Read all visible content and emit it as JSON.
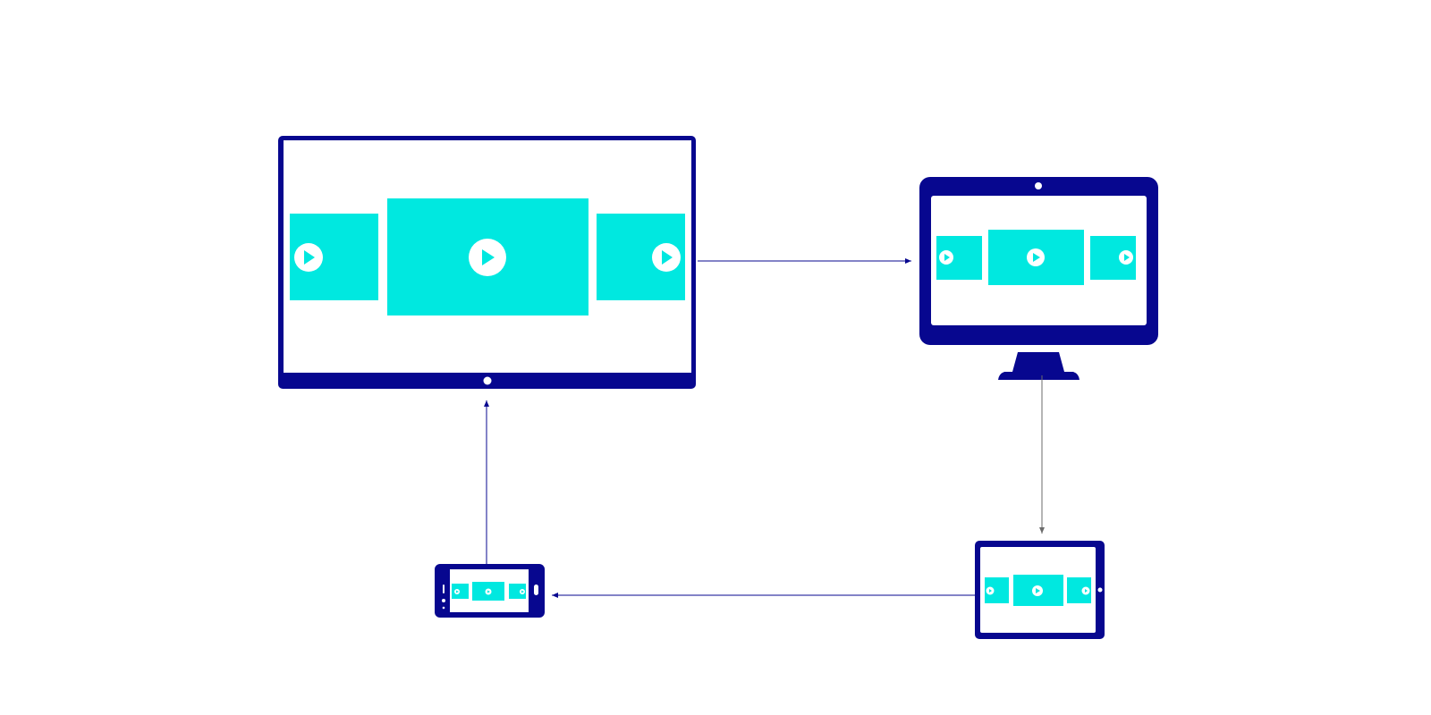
{
  "colors": {
    "frame": "#07078f",
    "tile": "#00e8e0",
    "screen": "#ffffff",
    "arrow_dark": "#07078f",
    "arrow_gray": "#6b6b6b",
    "background": "#ffffff"
  },
  "icons": {
    "play": "play-icon",
    "camera": "camera-dot-icon",
    "home_button": "home-button-icon"
  },
  "devices": [
    {
      "id": "tv",
      "kind": "tv",
      "tiles": 3
    },
    {
      "id": "monitor",
      "kind": "desktop-monitor",
      "tiles": 3
    },
    {
      "id": "tablet",
      "kind": "tablet",
      "tiles": 3
    },
    {
      "id": "phone",
      "kind": "phone",
      "tiles": 3
    }
  ],
  "flow": [
    {
      "from": "tv",
      "to": "monitor"
    },
    {
      "from": "monitor",
      "to": "tablet"
    },
    {
      "from": "tablet",
      "to": "phone"
    },
    {
      "from": "phone",
      "to": "tv"
    }
  ]
}
